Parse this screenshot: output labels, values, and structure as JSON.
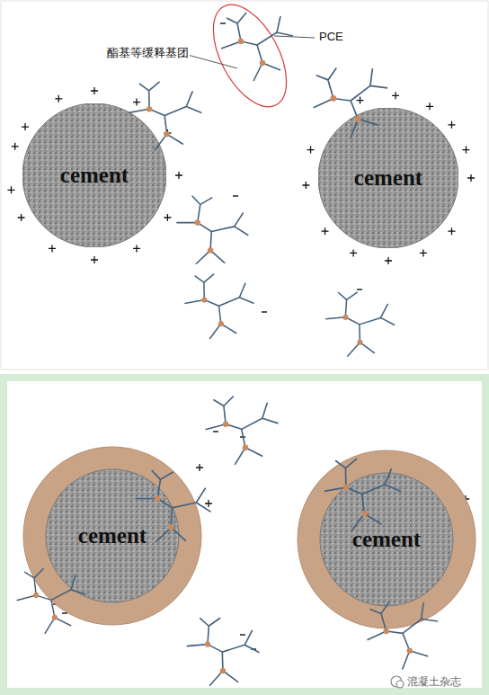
{
  "diagram": {
    "nodes": [
      {
        "text": [
          "cement"
        ]
      },
      {
        "text": [
          "cement"
        ]
      },
      {
        "text": [
          "cement"
        ]
      },
      {
        "text": [
          "cement"
        ]
      }
    ],
    "labels": [
      "酯基等缓释基团",
      "PCE",
      "混凝土杂志"
    ]
  }
}
